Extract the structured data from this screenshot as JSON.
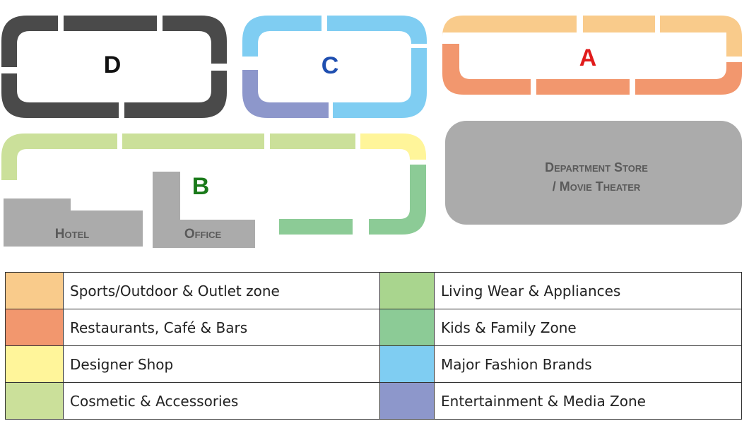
{
  "colors": {
    "sports_outdoor": "#F9CB8B",
    "restaurants": "#F2976E",
    "designer": "#FFF59A",
    "cosmetic": "#CBE09A",
    "living_wear": "#A9D58E",
    "kids_family": "#8CCB96",
    "fashion": "#7FCDF2",
    "entertainment": "#8D97CB",
    "zone_d": "#4A4A4A",
    "gray_building": "#ABABAB"
  },
  "map": {
    "zone_d": "D",
    "zone_c": "C",
    "zone_a": "A",
    "zone_b": "B",
    "zone_d_color": "#111111",
    "zone_c_color": "#1F4FB0",
    "zone_a_color": "#E11B1B",
    "zone_b_color": "#1A7A1A",
    "department_store_line1": "Department Store",
    "department_store_line2": "/ Movie Theater",
    "hotel": "Hotel",
    "office": "Office"
  },
  "legend": {
    "left": [
      {
        "label": "Sports/Outdoor & Outlet zone",
        "color": "#F9CB8B"
      },
      {
        "label": "Restaurants, Café & Bars",
        "color": "#F2976E"
      },
      {
        "label": "Designer Shop",
        "color": "#FFF59A"
      },
      {
        "label": "Cosmetic & Accessories",
        "color": "#CBE09A"
      }
    ],
    "right": [
      {
        "label": "Living Wear & Appliances",
        "color": "#A9D58E"
      },
      {
        "label": "Kids & Family Zone",
        "color": "#8CCB96"
      },
      {
        "label": "Major Fashion Brands",
        "color": "#7FCDF2"
      },
      {
        "label": "Entertainment & Media Zone",
        "color": "#8D97CB"
      }
    ]
  }
}
